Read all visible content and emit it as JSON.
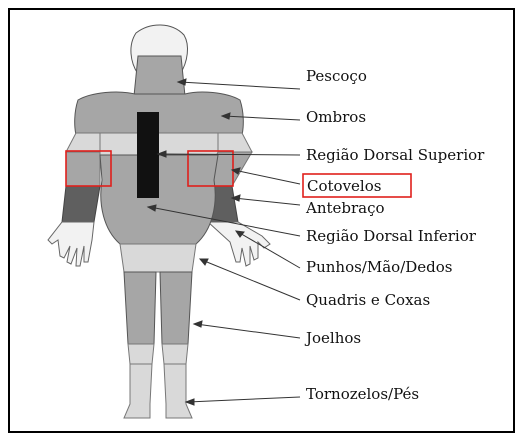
{
  "labels": [
    {
      "key": "pescoco",
      "text": "Pescoço"
    },
    {
      "key": "ombros",
      "text": "Ombros"
    },
    {
      "key": "regiao_dorsal_superior",
      "text": "Região Dorsal Superior"
    },
    {
      "key": "cotovelos",
      "text": "Cotovelos"
    },
    {
      "key": "antebraco",
      "text": "Antebraço"
    },
    {
      "key": "regiao_dorsal_inferior",
      "text": "Região Dorsal Inferior"
    },
    {
      "key": "punhos_mao_dedos",
      "text": "Punhos/Mão/Dedos"
    },
    {
      "key": "quadris_coxas",
      "text": "Quadris e Coxas"
    },
    {
      "key": "joelhos",
      "text": "Joelhos"
    },
    {
      "key": "tornozelos_pes",
      "text": "Tornozelos/Pés"
    }
  ],
  "colors": {
    "highlight": "#e0201c",
    "light_gray": "#d9d9d9",
    "mid_gray": "#a6a6a6",
    "dark_gray": "#5f5f5f",
    "black": "#111111"
  }
}
